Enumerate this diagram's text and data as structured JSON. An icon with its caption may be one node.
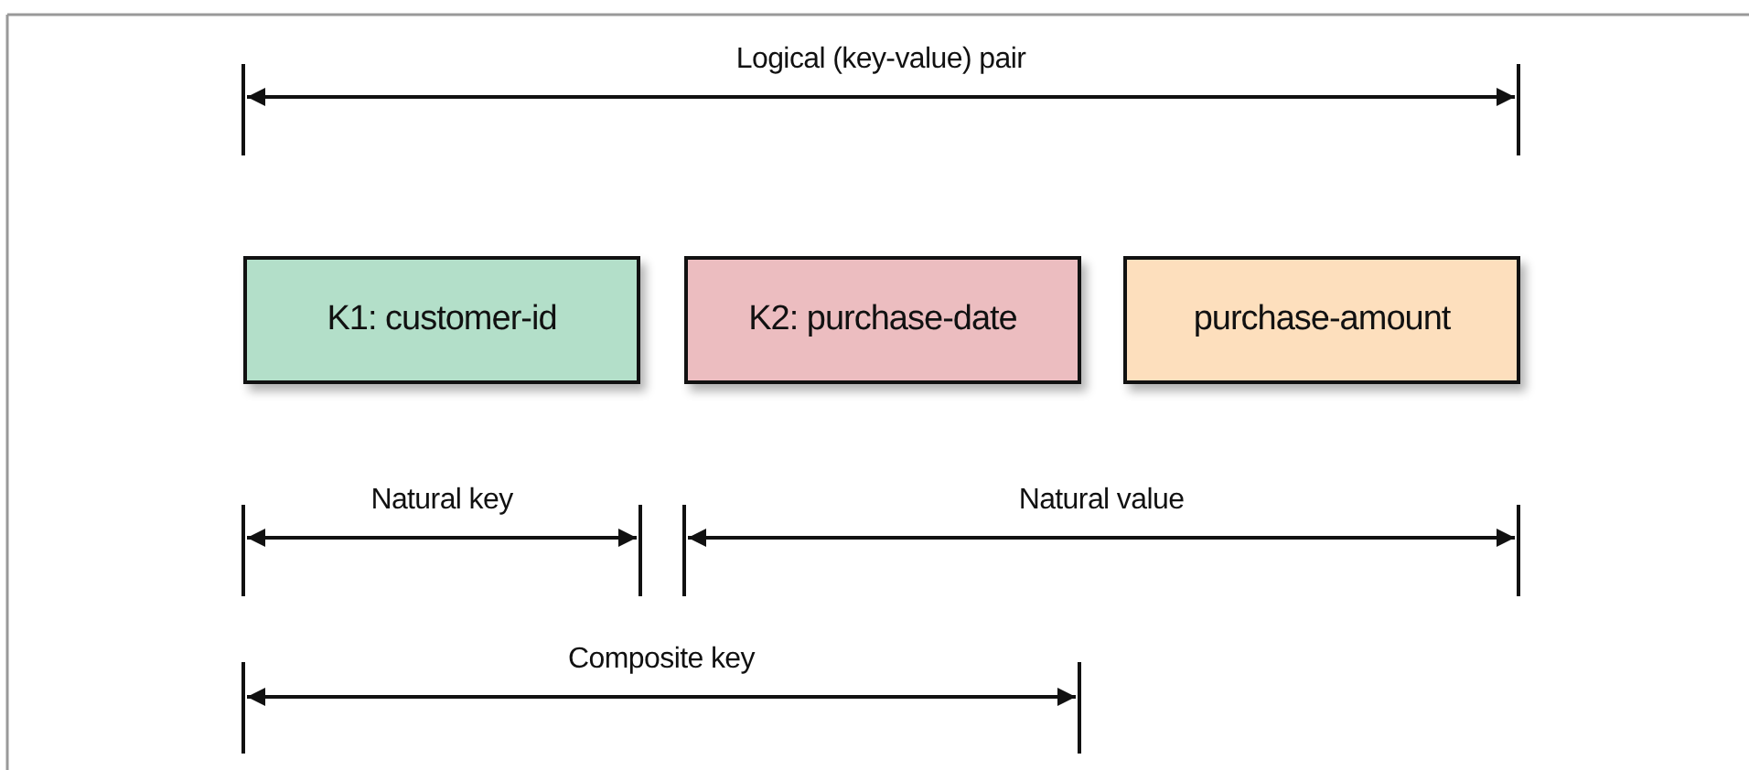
{
  "diagram": {
    "nodes": [
      {
        "text": [
          "K1: customer-id"
        ]
      },
      {
        "text": [
          "K2: purchase-date"
        ]
      },
      {
        "text": [
          "purchase-amount"
        ]
      }
    ],
    "labels": [
      "Logical (key-value) pair",
      "Natural key",
      "Natural value",
      "Composite key"
    ]
  }
}
